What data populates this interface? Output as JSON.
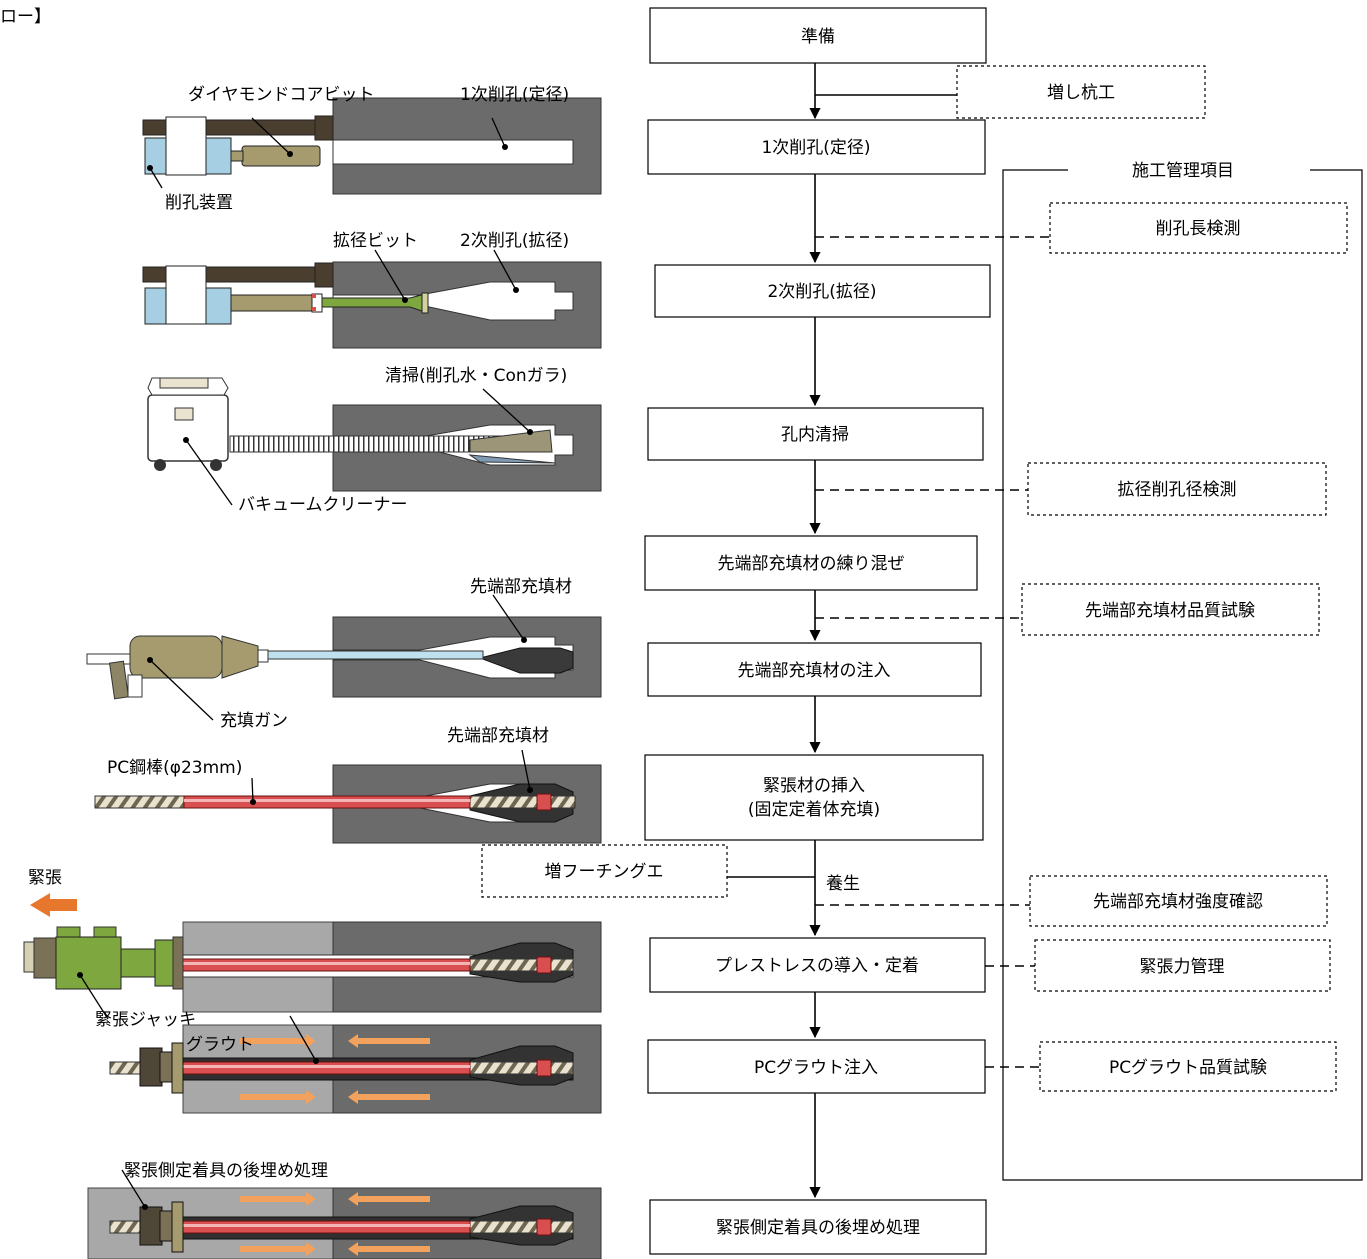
{
  "header": {
    "fragment": "ロー】"
  },
  "flow": [
    {
      "id": "prep",
      "label": "準備"
    },
    {
      "id": "drill1",
      "label": "1次削孔(定径)"
    },
    {
      "id": "drill2",
      "label": "2次削孔(拡径)"
    },
    {
      "id": "clean",
      "label": "孔内清掃"
    },
    {
      "id": "mix",
      "label": "先端部充填材の練り混ぜ"
    },
    {
      "id": "inject",
      "label": "先端部充填材の注入"
    },
    {
      "id": "insert",
      "label": [
        "緊張材の挿入",
        "(固定定着体充填)"
      ]
    },
    {
      "id": "prestress",
      "label": "プレストレスの導入・定着"
    },
    {
      "id": "grout",
      "label": "PCグラウト注入"
    },
    {
      "id": "backfill",
      "label": "緊張側定着具の後埋め処理"
    }
  ],
  "side_works": {
    "pile": "増し杭工",
    "footing": "増フーチングエ"
  },
  "curing_label": "養生",
  "management": {
    "title": "施工管理項目",
    "items": [
      "削孔長検測",
      "拡径削孔径検測",
      "先端部充填材品質試験",
      "先端部充填材強度確認",
      "緊張力管理",
      "PCグラウト品質試験"
    ]
  },
  "illustration_labels": {
    "diamond_bit": "ダイヤモンドコアビット",
    "drill1": "1次削孔(定径)",
    "drill_device": "削孔装置",
    "expand_bit": "拡径ビット",
    "drill2": "2次削孔(拡径)",
    "cleaning": "清掃(削孔水・Conガラ)",
    "vacuum": "バキュームクリーナー",
    "filler_top": "先端部充填材",
    "filler_gun": "充填ガン",
    "pc_rod": "PC鋼棒(φ23mm)",
    "filler_rod": "先端部充填材",
    "tension": "緊張",
    "jack": "緊張ジャッキ",
    "grout": "グラウト",
    "backfill": "緊張側定着具の後埋め処理"
  },
  "colors": {
    "concrete": "#6b6b6b",
    "pc_rod": "#d94e4e",
    "grout_arrow": "#f2a25c",
    "motor": "#a6cfe3",
    "jack": "#7ea83f",
    "tension_arrow": "#e8772e"
  }
}
